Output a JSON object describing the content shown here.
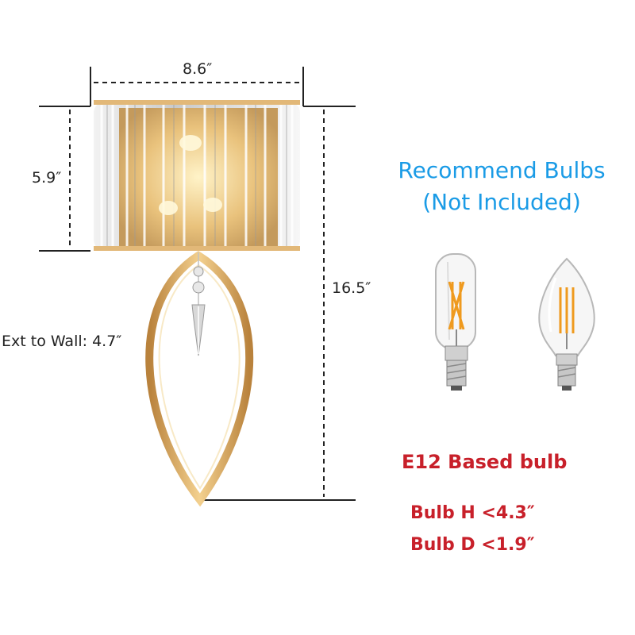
{
  "dimensions": {
    "width": "8.6″",
    "shade_height": "5.9″",
    "total_height": "16.5″",
    "extension": "Ext to Wall: 4.7″"
  },
  "bulbs": {
    "title": "Recommend Bulbs",
    "note": "(Not Included)",
    "base": "E12 Based bulb",
    "height": "Bulb H <4.3″",
    "diameter": "Bulb D <1.9″"
  },
  "colors": {
    "blue_text": "#1a9be6",
    "red_text": "#c8202a",
    "gold": "#d6a85c",
    "line": "#222222"
  },
  "icons": [
    "wall-sconce-image",
    "tubular-bulb-icon",
    "candle-bulb-icon"
  ]
}
